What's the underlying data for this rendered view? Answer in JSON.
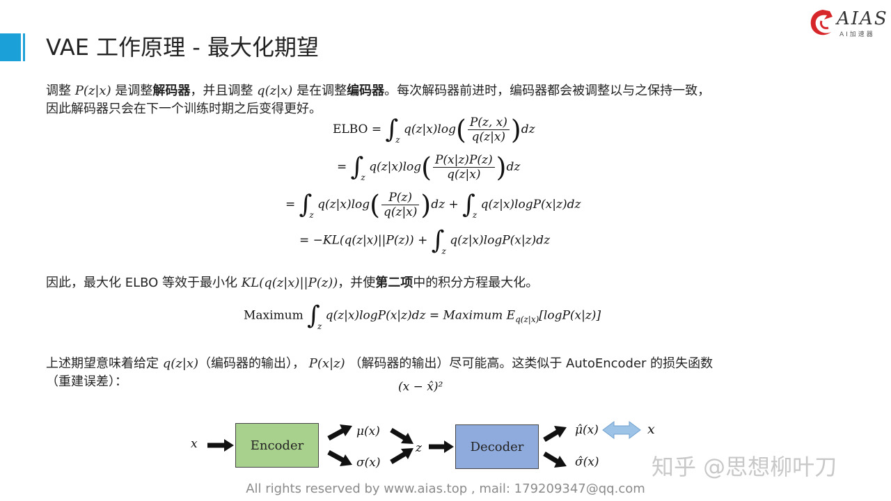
{
  "title": "VAE 工作原理 - 最大化期望",
  "logo": {
    "text": "AIAS",
    "subtitle": "AI加速器"
  },
  "para1": {
    "t1": "调整 ",
    "m1": "P(z|x)",
    "t2": " 是调整",
    "b1": "解码器",
    "t3": "，并且调整 ",
    "m2": "q(z|x)",
    "t4": " 是在调整",
    "b2": "编码器",
    "t5": "。每次解码器前进时，编码器都会被调整以与之保持一致，",
    "line2": "因此解码器只会在下一个训练时期之后变得更好。"
  },
  "elbo": {
    "label": "ELBO =",
    "l1a": "q(z|x)log",
    "l1num": "P(z, x)",
    "l1den": "q(z|x)",
    "dz": "dz",
    "l2num": "P(x|z)P(z)",
    "l2den": "q(z|x)",
    "l3num": "P(z)",
    "l3den": "q(z|x)",
    "l3b": "q(z|x)logP(x|z)dz",
    "l4": "= −KL(q(z|x)||P(z)) +",
    "l4b": "q(z|x)logP(x|z)dz",
    "int_sub": "z"
  },
  "para2": {
    "t1": "因此，最大化 ELBO 等效于最小化 ",
    "m1": "KL(q(z|x)||P(z))",
    "t2": "，并使",
    "b1": "第二项",
    "t3": "中的积分方程最大化。"
  },
  "maxeq": {
    "left": "Maximum",
    "body": "q(z|x)logP(x|z)dz = Maximum E",
    "sub": "q(z|x)",
    "tail": "[logP(x|z)]"
  },
  "para3": {
    "t1": "上述期望意味着给定 ",
    "m1": "q(z|x)",
    "t2": "（编码器的输出）， ",
    "m2": "P(x|z)",
    "t3": " （解码器的输出）尽可能高。这类似于  AutoEncoder 的损失函数",
    "line2": "（重建误差）："
  },
  "loss": "(x − x̂)²",
  "diagram": {
    "input": "x",
    "encoder": "Encoder",
    "mu": "μ(x)",
    "sigma": "σ(x)",
    "z": "z",
    "decoder": "Decoder",
    "mu_hat": "μ̂(x)",
    "sigma_hat": "σ̂(x)",
    "target": "x",
    "encoder_color": "#a9d18e",
    "decoder_color": "#8faadc",
    "compare_color": "#9dc3e6"
  },
  "watermark": "知乎 @思想柳叶刀",
  "footer": "All rights reserved by www.aias.top , mail: 179209347@qq.com"
}
